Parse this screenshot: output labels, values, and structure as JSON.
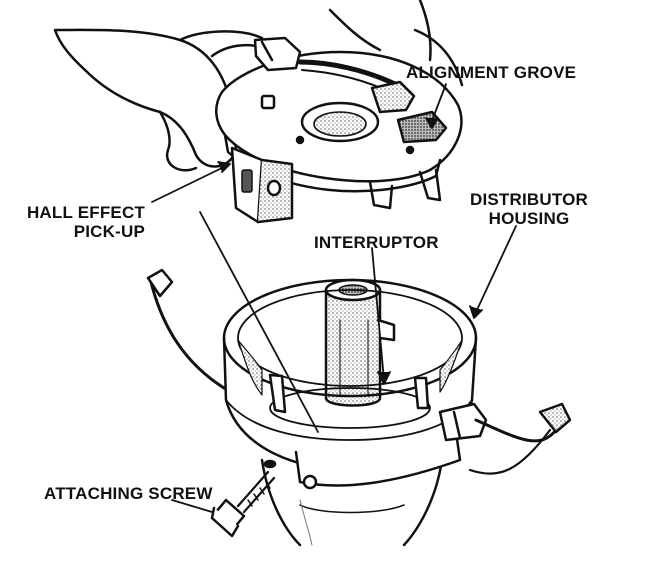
{
  "labels": {
    "alignment_grove": "ALIGNMENT GROVE",
    "hall_effect_line1": "HALL EFFECT",
    "hall_effect_line2": "PICK-UP",
    "distributor_line1": "DISTRIBUTOR",
    "distributor_line2": "HOUSING",
    "interruptor": "INTERRUPTOR",
    "attaching_screw": "ATTACHING SCREW"
  },
  "colors": {
    "ink": "#111111",
    "paper": "#ffffff",
    "shade": "#9a9a9a"
  }
}
